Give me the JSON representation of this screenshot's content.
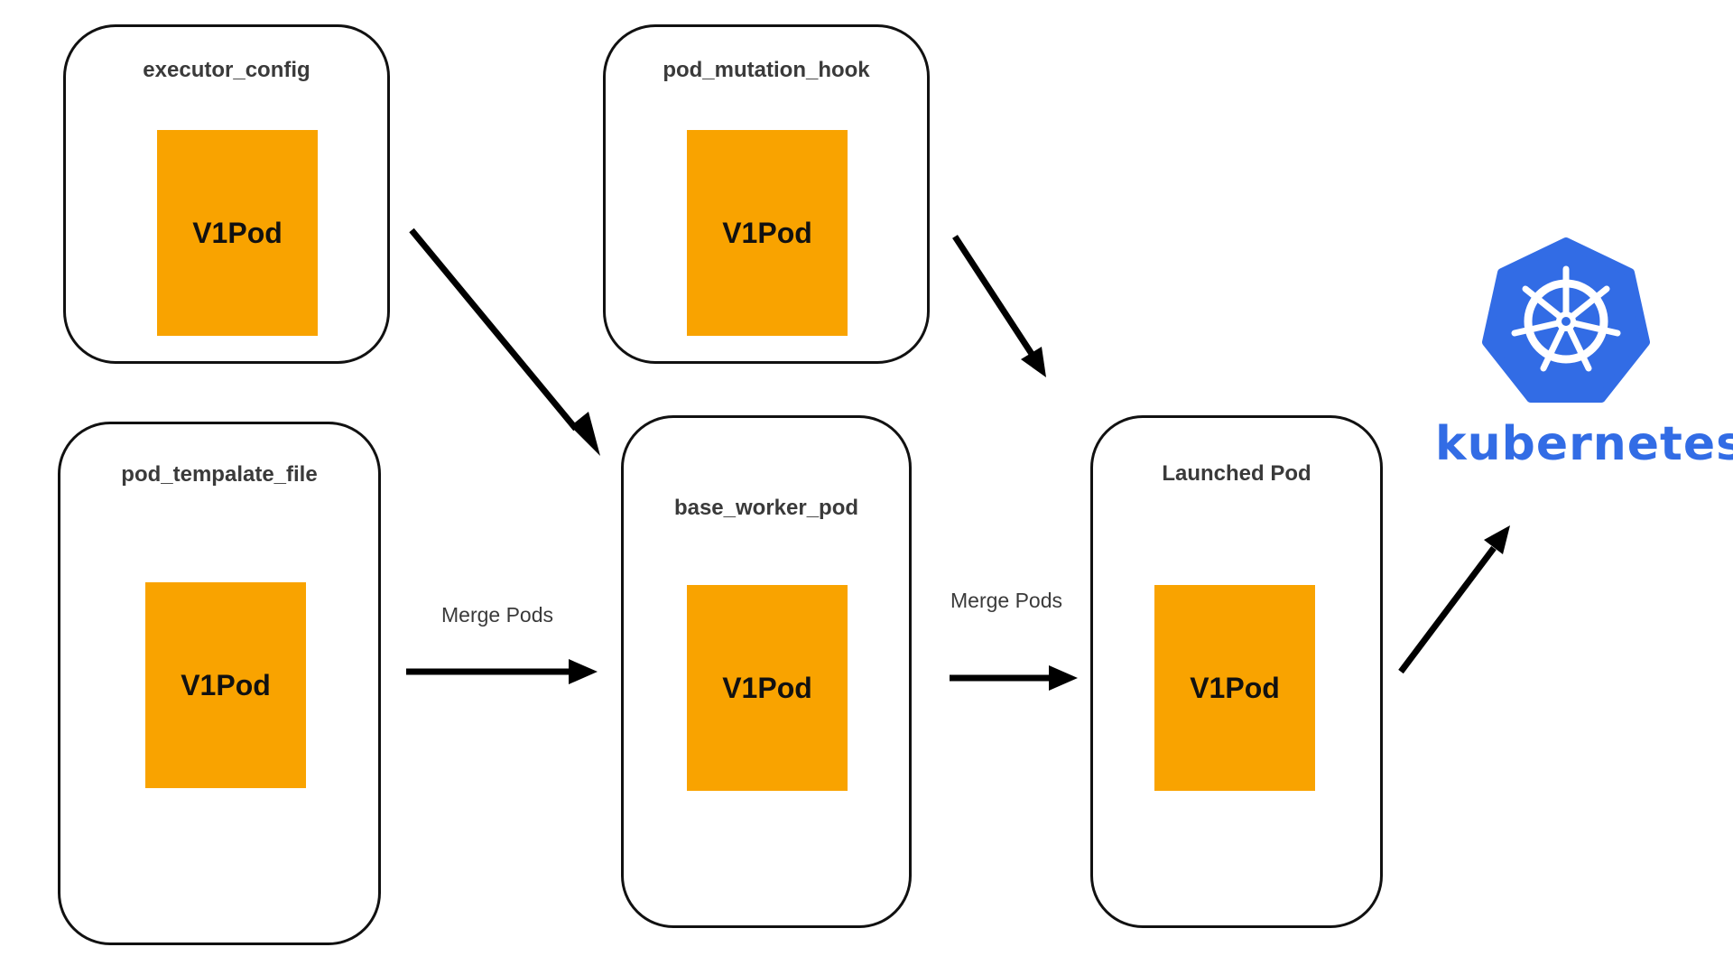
{
  "colors": {
    "pod_fill": "#F9A300",
    "border": "#111111",
    "arrow": "#000000",
    "kubernetes_blue": "#326CE5",
    "title_text": "#3a3a3a"
  },
  "boxes": {
    "executor_config": {
      "title": "executor_config",
      "pod_label": "V1Pod"
    },
    "pod_mutation_hook": {
      "title": "pod_mutation_hook",
      "pod_label": "V1Pod"
    },
    "pod_template_file": {
      "title": "pod_tempalate_file",
      "pod_label": "V1Pod"
    },
    "base_worker_pod": {
      "title": "base_worker_pod",
      "pod_label": "V1Pod"
    },
    "launched_pod": {
      "title": "Launched Pod",
      "pod_label": "V1Pod"
    }
  },
  "edges": {
    "merge_1": {
      "label": "Merge Pods"
    },
    "merge_2": {
      "label": "Merge Pods"
    }
  },
  "logo": {
    "icon": "kubernetes-helm-wheel-icon",
    "wordmark": "kubernetes"
  }
}
